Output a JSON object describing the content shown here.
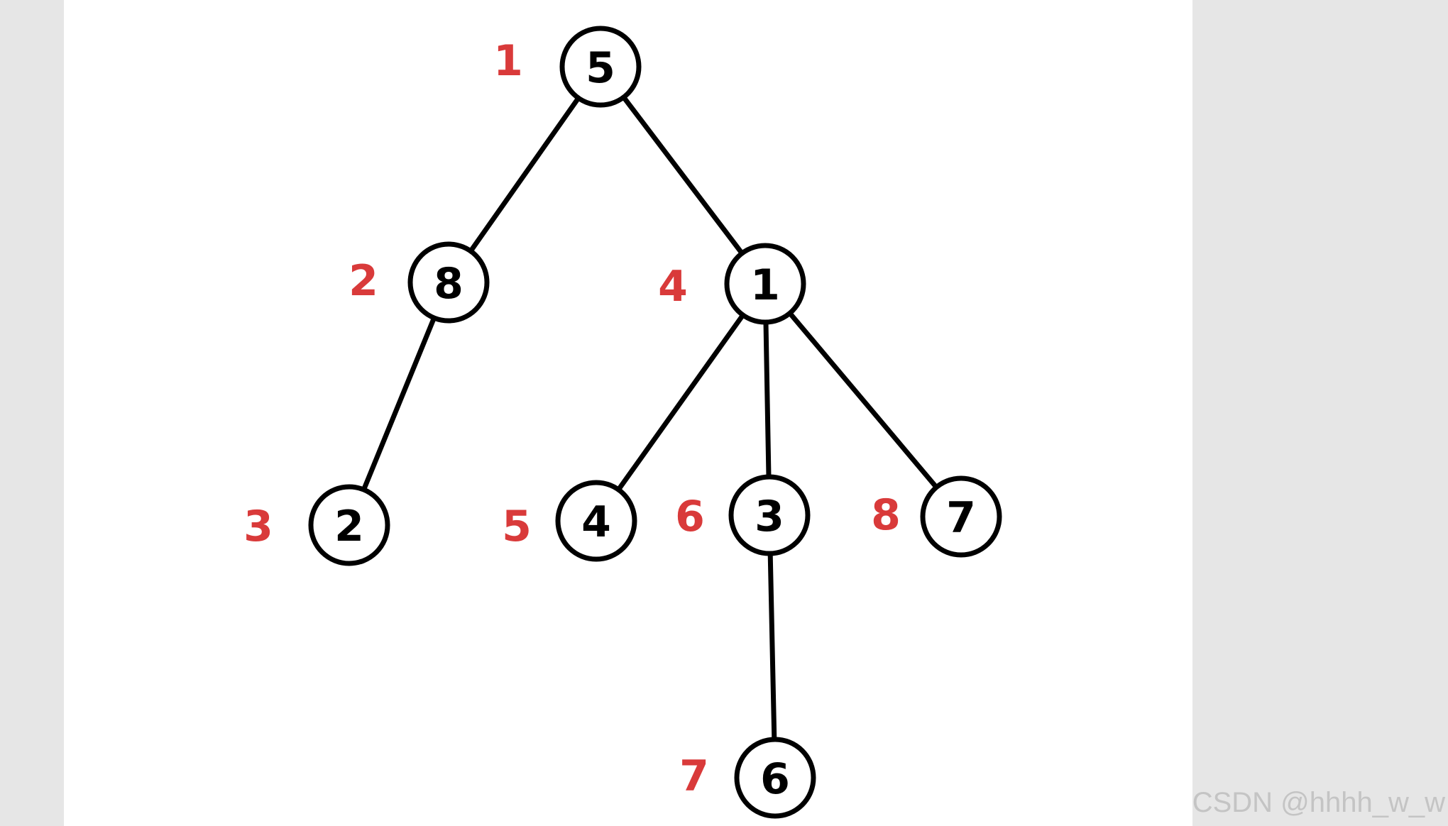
{
  "tree": {
    "nodes": [
      {
        "id": "n5",
        "value": "5",
        "order": "1"
      },
      {
        "id": "n8",
        "value": "8",
        "order": "2"
      },
      {
        "id": "n2",
        "value": "2",
        "order": "3"
      },
      {
        "id": "n1",
        "value": "1",
        "order": "4"
      },
      {
        "id": "n4",
        "value": "4",
        "order": "5"
      },
      {
        "id": "n3",
        "value": "3",
        "order": "6"
      },
      {
        "id": "n6",
        "value": "6",
        "order": "7"
      },
      {
        "id": "n7",
        "value": "7",
        "order": "8"
      }
    ],
    "edges": [
      [
        "n5",
        "n8"
      ],
      [
        "n5",
        "n1"
      ],
      [
        "n8",
        "n2"
      ],
      [
        "n1",
        "n4"
      ],
      [
        "n1",
        "n3"
      ],
      [
        "n1",
        "n7"
      ],
      [
        "n3",
        "n6"
      ]
    ],
    "colors": {
      "node_stroke": "#000000",
      "node_text": "#000000",
      "order_label": "#d93a3a",
      "edge": "#000000"
    }
  },
  "watermark": "CSDN @hhhh_w_w"
}
